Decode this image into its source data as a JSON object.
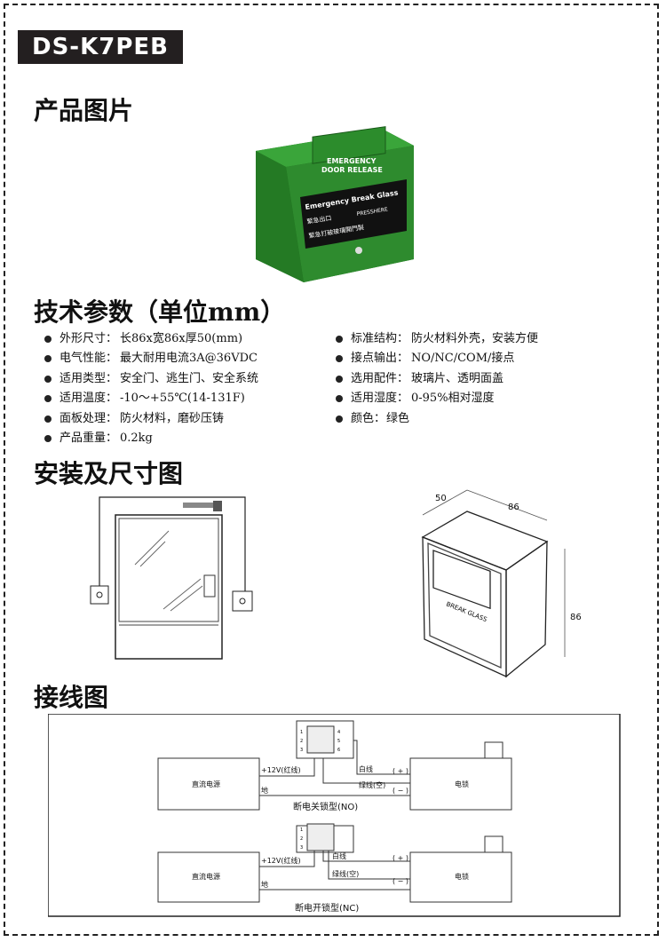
{
  "model": "DS-K7PEB",
  "sections": {
    "photo": "产品图片",
    "specs": "技术参数（单位mm）",
    "install": "安装及尺寸图",
    "wiring": "接线图"
  },
  "product": {
    "top_label_1": "EMERGENCY",
    "top_label_2": "DOOR RELEASE",
    "glass_1": "Emergency Break Glass",
    "glass_2": "緊急出口",
    "glass_3": "PRESSHERE",
    "glass_4": "緊急打破玻璃開門製",
    "body_color": "#2e8b2e"
  },
  "specs_left": [
    {
      "label": "外形尺寸：",
      "value": "长86x宽86x厚50(mm)"
    },
    {
      "label": "电气性能：",
      "value": "最大耐用电流3A@36VDC"
    },
    {
      "label": "适用类型：",
      "value": "安全门、逃生门、安全系统"
    },
    {
      "label": "适用温度：",
      "value": "-10～+55℃(14-131F)"
    },
    {
      "label": "面板处理：",
      "value": "防火材料，磨砂压铸"
    },
    {
      "label": "产品重量：",
      "value": "0.2kg"
    }
  ],
  "specs_right": [
    {
      "label": "标准结构：",
      "value": "防火材料外壳，安装方便"
    },
    {
      "label": "接点输出：",
      "value": "NO/NC/COM/接点"
    },
    {
      "label": "选用配件：",
      "value": "玻璃片、透明面盖"
    },
    {
      "label": "适用湿度：",
      "value": "0-95%相对湿度"
    },
    {
      "label": "颜色：",
      "value": "绿色"
    }
  ],
  "dims": {
    "depth": "50",
    "width": "86",
    "height": "86",
    "break_glass": "BREAK GLASS"
  },
  "wiring": {
    "psu": "直流电源",
    "lock": "电锁",
    "v12": "+12V(红线)",
    "gnd": "地",
    "white": "白线",
    "green": "绿线(空)",
    "plus": "( + )",
    "minus": "( − )",
    "no_caption": "断电关锁型(NO)",
    "nc_caption": "断电开锁型(NC)",
    "terminals": [
      "1",
      "2",
      "3",
      "4",
      "5",
      "6"
    ]
  }
}
